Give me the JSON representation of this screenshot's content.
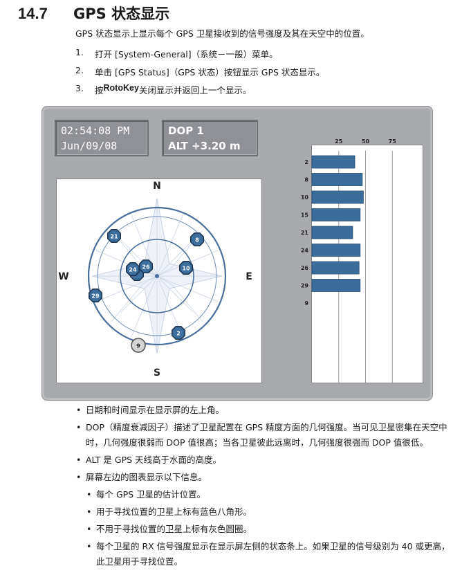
{
  "section": {
    "number": "14.7",
    "title": "GPS 状态显示"
  },
  "intro": "GPS 状态显示上显示每个 GPS 卫星接收到的信号强度及其在天空中的位置。",
  "steps": [
    {
      "num": "1.",
      "pre": "打开 [System-General]（系统－一般）菜单。",
      "bold": "",
      "post": ""
    },
    {
      "num": "2.",
      "pre": "单击 [GPS Status]（GPS 状态）按钮显示 GPS 状态显示。",
      "bold": "",
      "post": ""
    },
    {
      "num": "3.",
      "pre": "按 ",
      "bold": "RotoKey",
      "post": " 关闭显示并返回上一个显示。"
    }
  ],
  "display": {
    "time": "02:54:08 PM",
    "date": "Jun/09/08",
    "dop": "DOP 1",
    "alt": "ALT +3.20 m",
    "compass": {
      "n": "N",
      "s": "S",
      "e": "E",
      "w": "W"
    },
    "satellites": [
      {
        "id": "21",
        "used": true
      },
      {
        "id": "8",
        "used": true
      },
      {
        "id": "24",
        "used": true
      },
      {
        "id": "26",
        "used": true
      },
      {
        "id": "10",
        "used": true
      },
      {
        "id": "29",
        "used": true
      },
      {
        "id": "2",
        "used": true
      },
      {
        "id": "9",
        "used": false
      }
    ],
    "signal_axis": [
      "25",
      "50",
      "75"
    ],
    "signal_bars": [
      {
        "sat": "2",
        "value": 40
      },
      {
        "sat": "8",
        "value": 47
      },
      {
        "sat": "10",
        "value": 48
      },
      {
        "sat": "15",
        "value": 45
      },
      {
        "sat": "21",
        "value": 38
      },
      {
        "sat": "24",
        "value": 45
      },
      {
        "sat": "26",
        "value": 44
      },
      {
        "sat": "29",
        "value": 45
      },
      {
        "sat": "9",
        "value": 0
      }
    ]
  },
  "bullets": [
    "日期和时间显示在显示屏的左上角。",
    "DOP（精度衰减因子）描述了卫星配置在 GPS 精度方面的几何强度。当可见卫星密集在天空中时，几何强度很弱而 DOP 值很高；当各卫星彼此远离时，几何强度很强而 DOP 值很低。",
    "ALT 是 GPS 天线高于水面的高度。",
    "屏幕左边的图表显示以下信息。"
  ],
  "sub_bullets": [
    "每个 GPS 卫星的估计位置。",
    "用于寻找位置的卫星上标有蓝色八角形。",
    "不用于寻找位置的卫星上标有灰色圆圈。",
    "每个卫星的 RX 信号强度显示在显示屏左侧的状态条上。如果卫星的信号级别为 40 或更高，此卫星用于寻找位置。"
  ],
  "colors": {
    "used_sat": "#3d6f9e",
    "unused_sat": "#d4d4d4",
    "bar": "#3a6d9c",
    "panel": "#a8aaad"
  }
}
